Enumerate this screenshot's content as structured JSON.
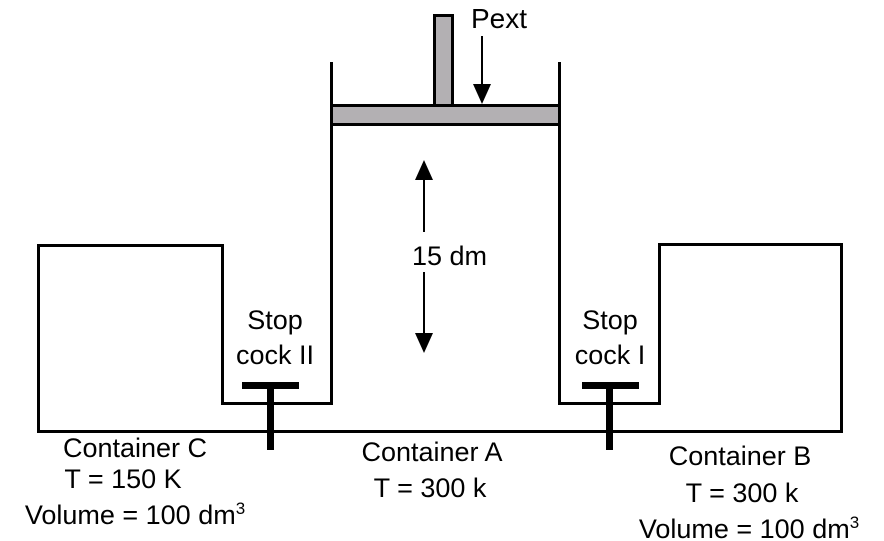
{
  "colors": {
    "line": "#000000",
    "piston_gray": "#b3b0b3",
    "background": "#ffffff"
  },
  "piston": {
    "pext_label": "Pext"
  },
  "gap_arrow": {
    "label": "15 dm"
  },
  "stopcock_left": {
    "line1": "Stop",
    "line2": "cock II"
  },
  "stopcock_right": {
    "line1": "Stop",
    "line2": "cock I"
  },
  "containers": {
    "c": {
      "name": "Container C",
      "temperature": "T = 150 K",
      "volume_base": "Volume = 100 dm",
      "volume_exponent": "3"
    },
    "a": {
      "name": "Container A",
      "temperature": "T = 300 k"
    },
    "b": {
      "name": "Container B",
      "temperature": "T = 300 k",
      "volume_base": "Volume = 100 dm",
      "volume_exponent": "3"
    }
  }
}
